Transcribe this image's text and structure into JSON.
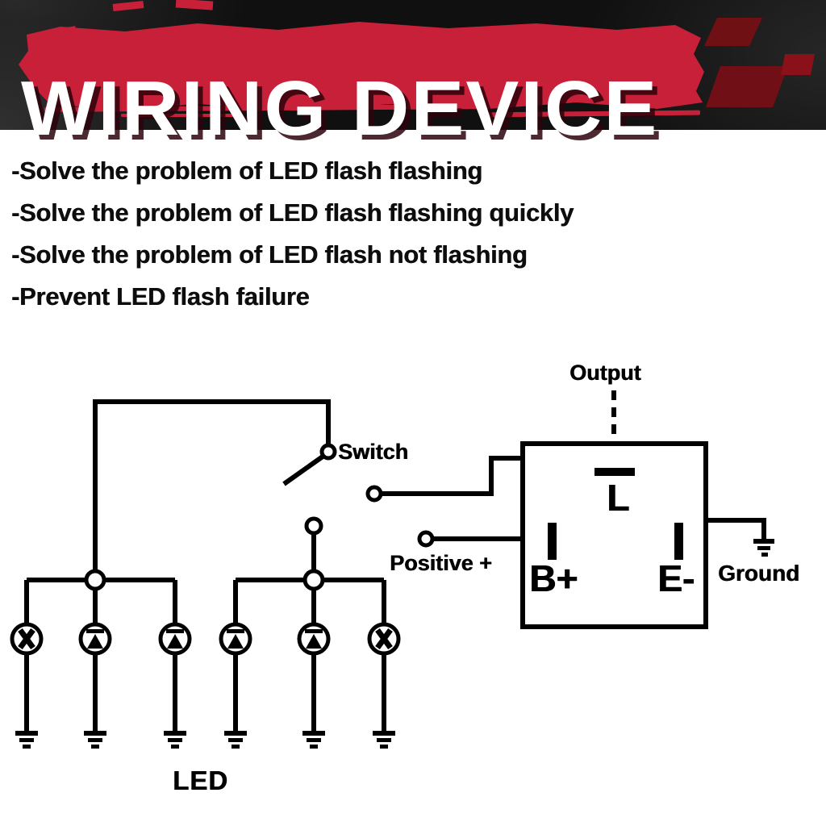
{
  "banner": {
    "title": "WIRING DEVICE",
    "background_color": "#101010",
    "brush_color": "#c9203a",
    "decor_color": "#701016",
    "title_color": "#ffffff"
  },
  "features": {
    "items": [
      "-Solve the problem of LED flash flashing",
      "-Solve the problem of LED flash flashing quickly",
      "-Solve the problem of LED flash not flashing",
      "-Prevent LED flash failure"
    ]
  },
  "diagram": {
    "labels": {
      "switch": "Switch",
      "output": "Output",
      "positive": "Positive +",
      "ground": "Ground",
      "relay_terminal_l": "L",
      "relay_terminal_b": "B+",
      "relay_terminal_e": "E-",
      "led": "LED"
    },
    "icons": [
      "switch-icon",
      "lamp-x-icon",
      "led-diode-icon",
      "ground-icon",
      "junction-node-icon",
      "open-terminal-icon",
      "flasher-relay-box"
    ],
    "colors": {
      "line": "#000000",
      "background": "#ffffff"
    }
  }
}
